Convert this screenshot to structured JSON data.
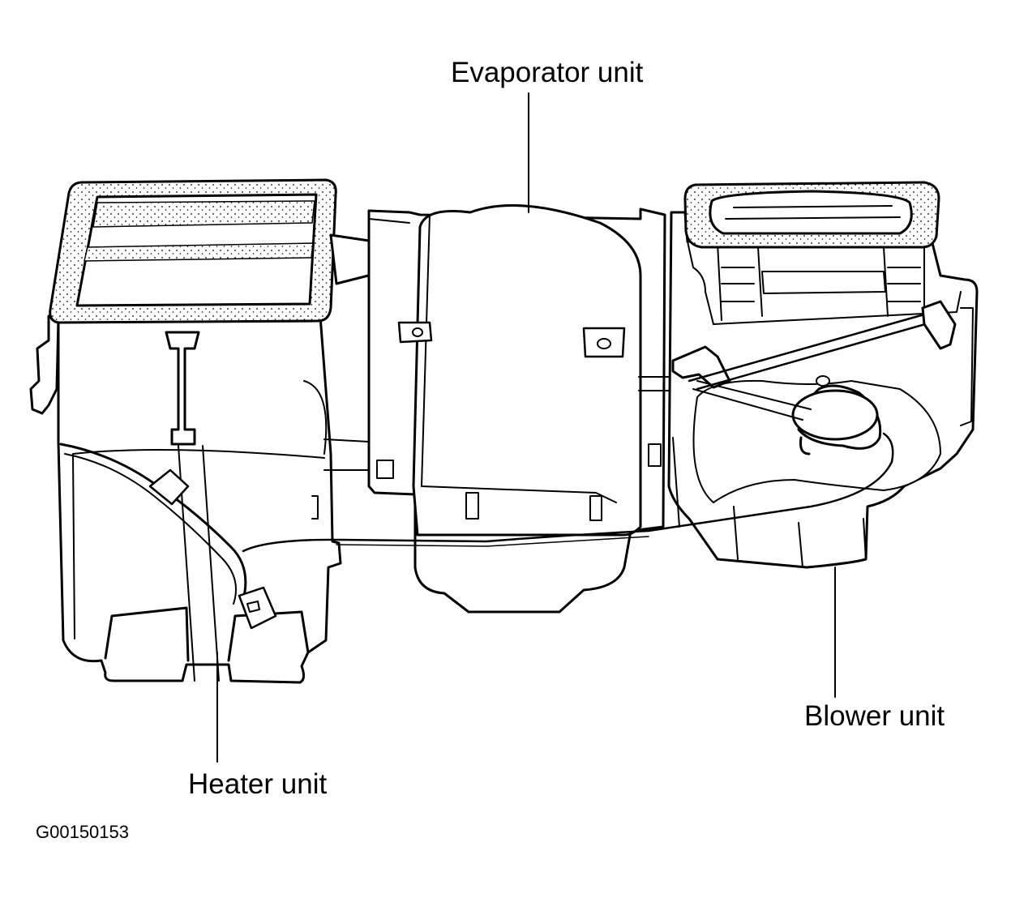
{
  "labels": {
    "evaporator": "Evaporator unit",
    "heater": "Heater unit",
    "blower": "Blower unit"
  },
  "figure_code": "G00150153",
  "colors": {
    "line": "#000000",
    "fill": "#ffffff"
  }
}
